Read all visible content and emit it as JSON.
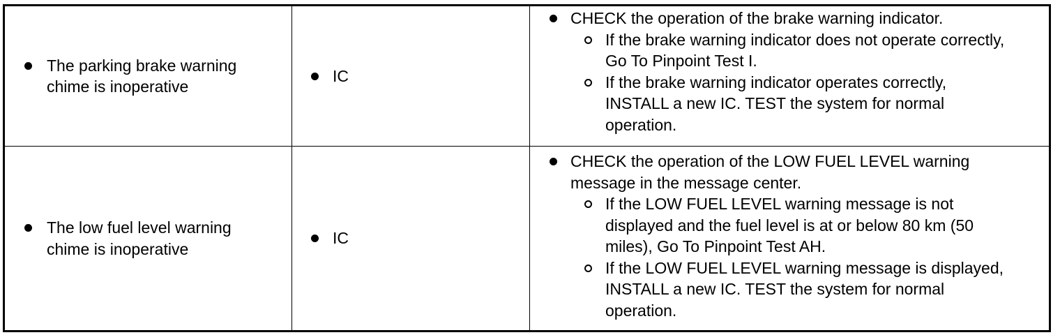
{
  "rows": [
    {
      "condition": [
        "The parking brake warning",
        "chime is inoperative"
      ],
      "source": "IC",
      "action": {
        "main": [
          "CHECK the operation of the brake warning indicator."
        ],
        "subs": [
          [
            "If the brake warning indicator does not operate correctly,",
            "Go To Pinpoint Test I."
          ],
          [
            "If the brake warning indicator operates correctly,",
            "INSTALL a new IC. TEST the system for normal",
            "operation."
          ]
        ]
      }
    },
    {
      "condition": [
        "The low fuel level warning",
        "chime is inoperative"
      ],
      "source": "IC",
      "action": {
        "main": [
          "CHECK the operation of the LOW FUEL LEVEL warning",
          "message in the message center."
        ],
        "subs": [
          [
            "If the LOW FUEL LEVEL warning message is not",
            "displayed and the fuel level is at or below 80 km (50",
            "miles), Go To Pinpoint Test AH."
          ],
          [
            "If the LOW FUEL LEVEL warning message is displayed,",
            "INSTALL a new IC. TEST the system for normal",
            "operation."
          ]
        ]
      }
    }
  ]
}
